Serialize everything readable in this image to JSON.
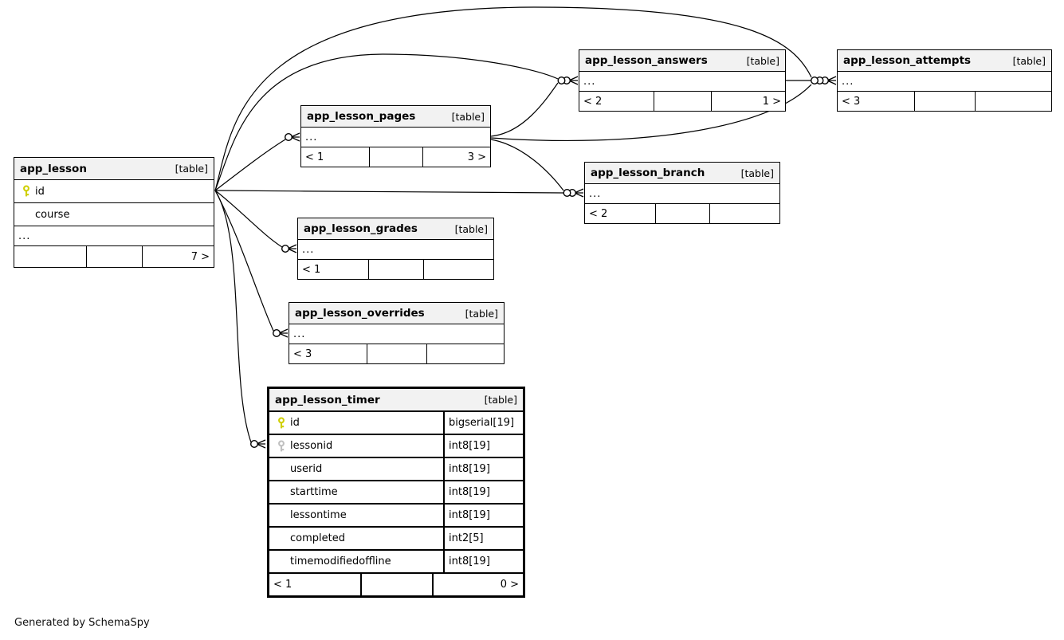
{
  "diagram": {
    "tables": [
      {
        "id": "app_lesson",
        "name": "app_lesson",
        "type_label": "[table]",
        "rows": [
          {
            "icon": "primary-key-icon",
            "name": "id",
            "type": ""
          },
          {
            "icon": "",
            "name": "course",
            "type": ""
          }
        ],
        "ellipsis": "...",
        "footer": {
          "left": "",
          "mid": "",
          "right": "7 >"
        }
      },
      {
        "id": "app_lesson_answers",
        "name": "app_lesson_answers",
        "type_label": "[table]",
        "rows": [],
        "ellipsis": "...",
        "footer": {
          "left": "< 2",
          "mid": "",
          "right": "1 >"
        }
      },
      {
        "id": "app_lesson_attempts",
        "name": "app_lesson_attempts",
        "type_label": "[table]",
        "rows": [],
        "ellipsis": "...",
        "footer": {
          "left": "< 3",
          "mid": "",
          "right": ""
        }
      },
      {
        "id": "app_lesson_pages",
        "name": "app_lesson_pages",
        "type_label": "[table]",
        "rows": [],
        "ellipsis": "...",
        "footer": {
          "left": "< 1",
          "mid": "",
          "right": "3 >"
        }
      },
      {
        "id": "app_lesson_branch",
        "name": "app_lesson_branch",
        "type_label": "[table]",
        "rows": [],
        "ellipsis": "...",
        "footer": {
          "left": "< 2",
          "mid": "",
          "right": ""
        }
      },
      {
        "id": "app_lesson_grades",
        "name": "app_lesson_grades",
        "type_label": "[table]",
        "rows": [],
        "ellipsis": "...",
        "footer": {
          "left": "< 1",
          "mid": "",
          "right": ""
        }
      },
      {
        "id": "app_lesson_overrides",
        "name": "app_lesson_overrides",
        "type_label": "[table]",
        "rows": [],
        "ellipsis": "...",
        "footer": {
          "left": "< 3",
          "mid": "",
          "right": ""
        }
      },
      {
        "id": "app_lesson_timer",
        "name": "app_lesson_timer",
        "type_label": "[table]",
        "emphasized": true,
        "rows": [
          {
            "icon": "primary-key-icon",
            "name": "id",
            "type": "bigserial[19]"
          },
          {
            "icon": "foreign-key-icon",
            "name": "lessonid",
            "type": "int8[19]"
          },
          {
            "icon": "",
            "name": "userid",
            "type": "int8[19]"
          },
          {
            "icon": "",
            "name": "starttime",
            "type": "int8[19]"
          },
          {
            "icon": "",
            "name": "lessontime",
            "type": "int8[19]"
          },
          {
            "icon": "",
            "name": "completed",
            "type": "int2[5]"
          },
          {
            "icon": "",
            "name": "timemodifiedoffline",
            "type": "int8[19]"
          }
        ],
        "footer": {
          "left": "< 1",
          "mid": "",
          "right": "0 >"
        }
      }
    ],
    "edges": [
      {
        "from": "app_lesson",
        "to": "app_lesson_attempts"
      },
      {
        "from": "app_lesson",
        "to": "app_lesson_answers"
      },
      {
        "from": "app_lesson",
        "to": "app_lesson_pages"
      },
      {
        "from": "app_lesson",
        "to": "app_lesson_branch"
      },
      {
        "from": "app_lesson",
        "to": "app_lesson_grades"
      },
      {
        "from": "app_lesson",
        "to": "app_lesson_overrides"
      },
      {
        "from": "app_lesson",
        "to": "app_lesson_timer"
      },
      {
        "from": "app_lesson_pages",
        "to": "app_lesson_answers"
      },
      {
        "from": "app_lesson_pages",
        "to": "app_lesson_attempts"
      },
      {
        "from": "app_lesson_pages",
        "to": "app_lesson_branch"
      },
      {
        "from": "app_lesson_answers",
        "to": "app_lesson_attempts"
      }
    ],
    "colors": {
      "header_bg": "#f2f2f2",
      "border": "#000000",
      "primary_key": "#cfcf00",
      "foreign_key": "#c0c0c0"
    }
  },
  "footer_note": "Generated by SchemaSpy"
}
